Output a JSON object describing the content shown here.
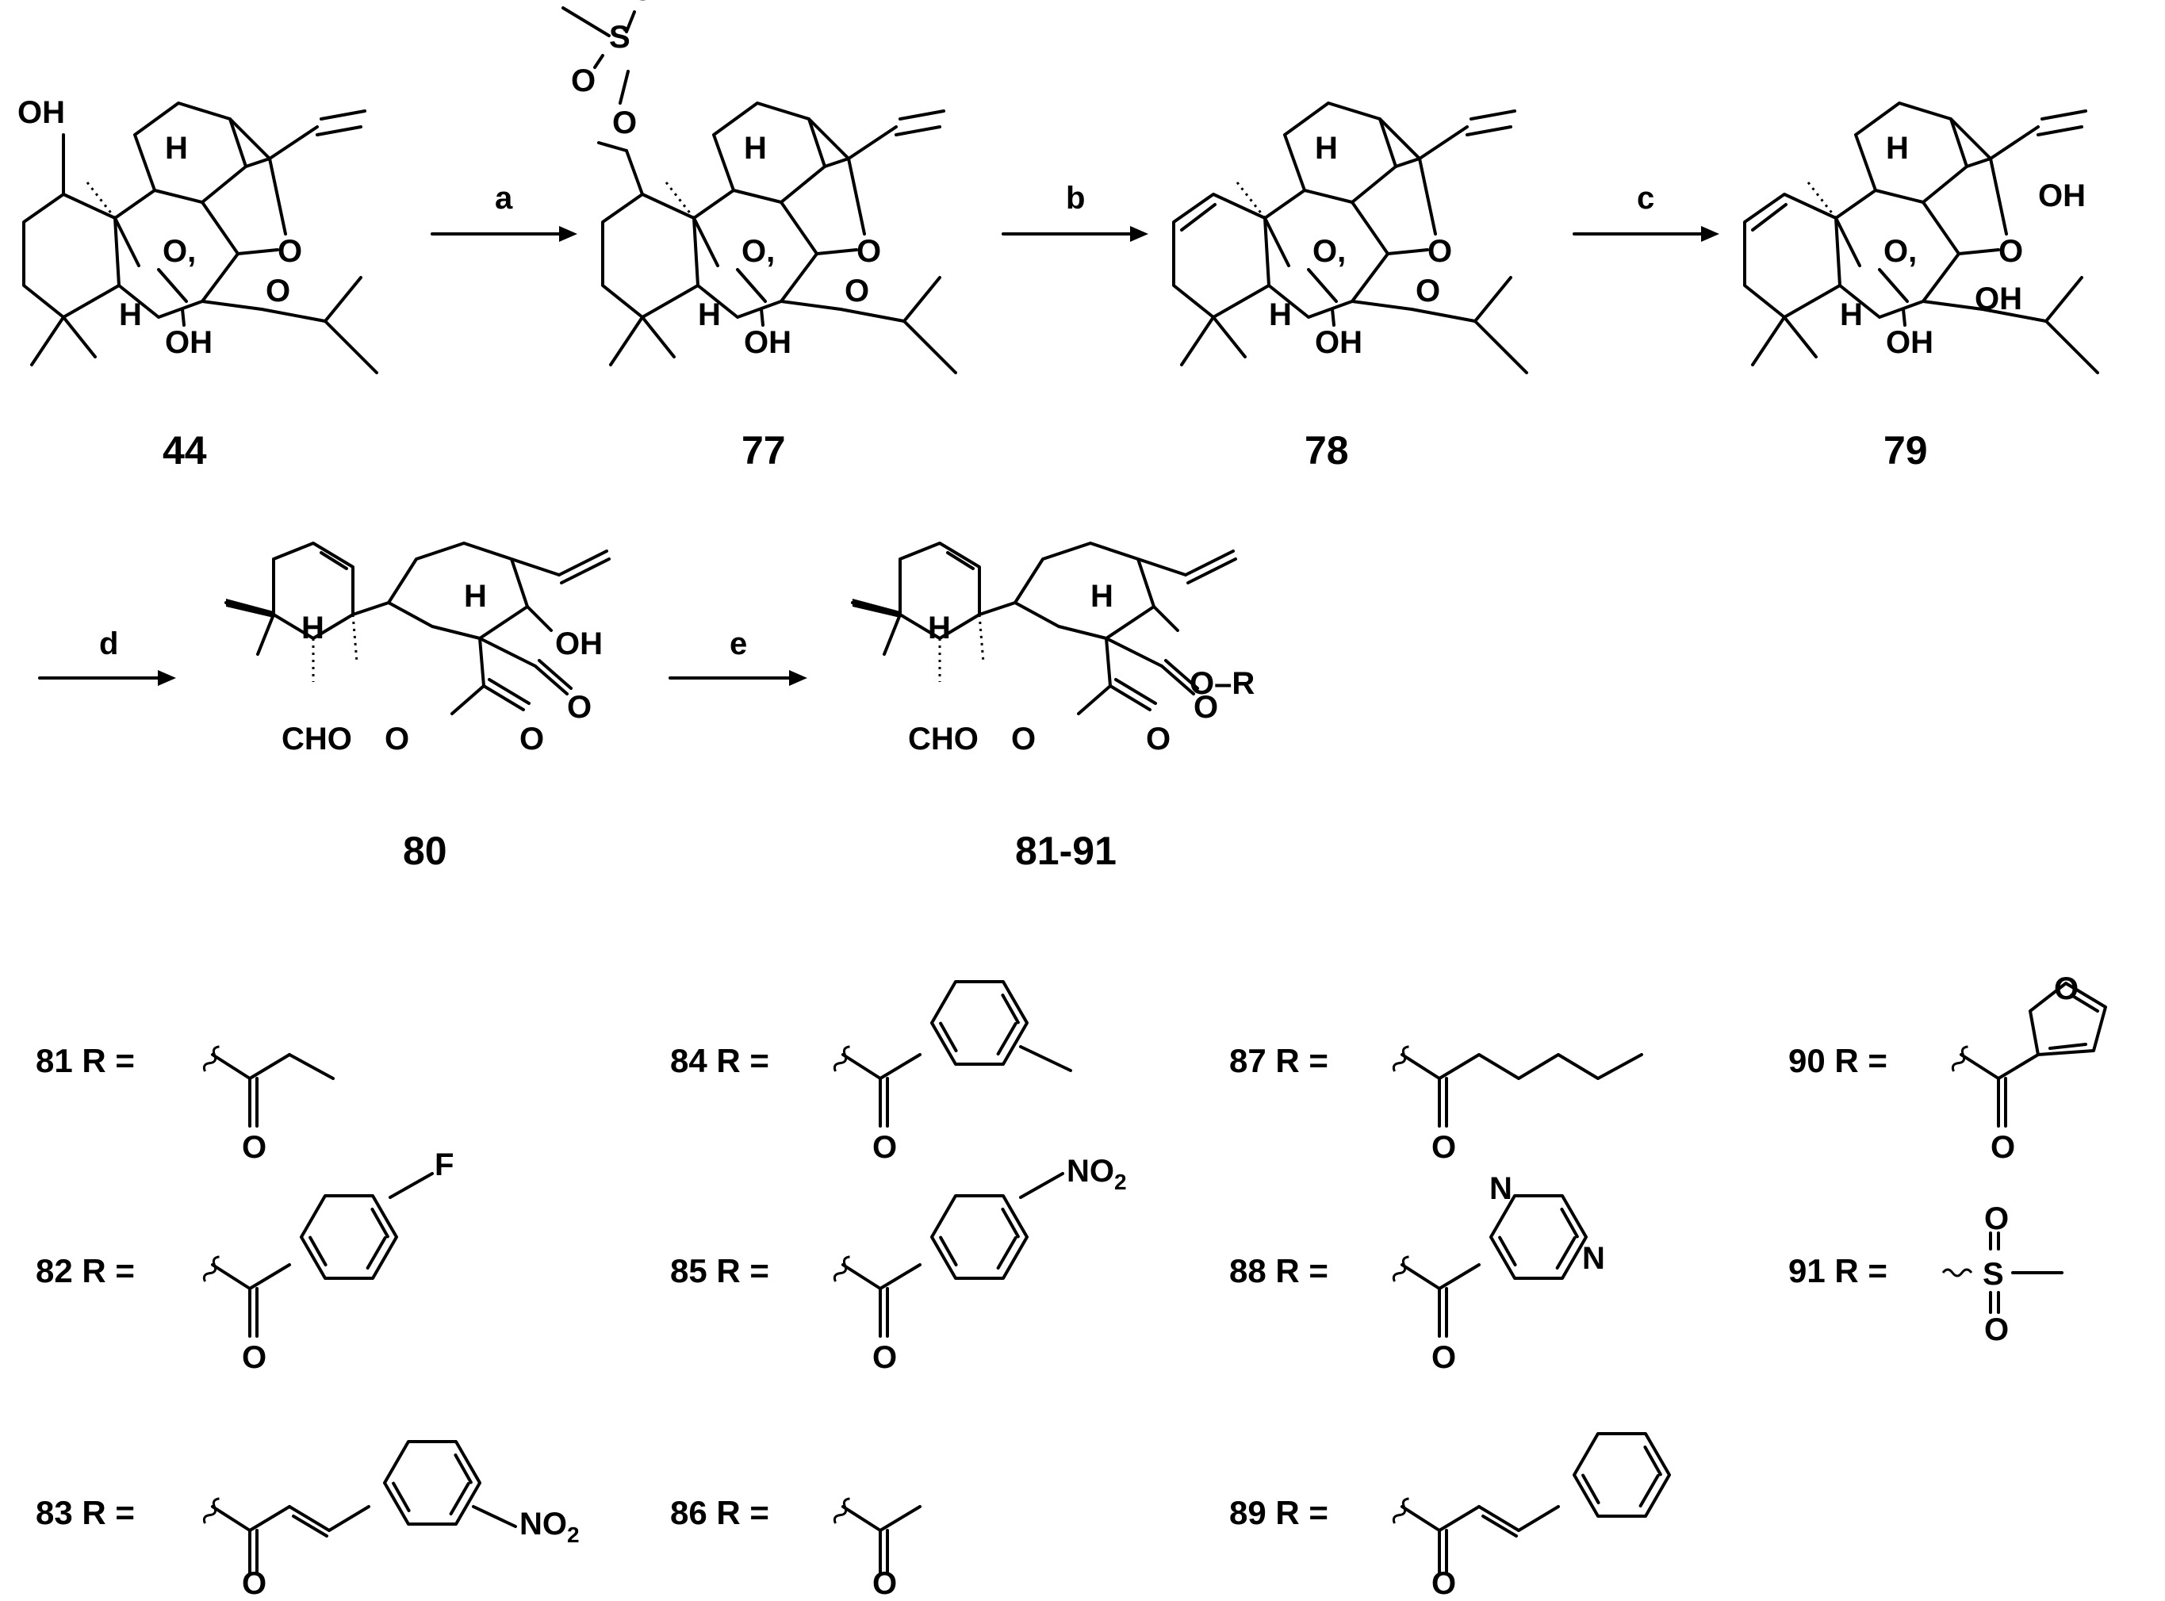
{
  "compounds": {
    "c44": "44",
    "c77": "77",
    "c78": "78",
    "c79": "79",
    "c80": "80",
    "c81_91": "81-91"
  },
  "steps": {
    "a": "a",
    "b": "b",
    "c": "c",
    "d": "d",
    "e": "e"
  },
  "atoms": {
    "OH": "OH",
    "H": "H",
    "O": "O",
    "O_comma": "O,",
    "CHO": "CHO",
    "N": "N",
    "F": "F",
    "S": "S",
    "NO2": "NO",
    "sub2": "2",
    "O_R": "O–R"
  },
  "r_groups": [
    {
      "label": "81 R ="
    },
    {
      "label": "82 R ="
    },
    {
      "label": "83 R ="
    },
    {
      "label": "84 R ="
    },
    {
      "label": "85 R ="
    },
    {
      "label": "86 R ="
    },
    {
      "label": "87 R ="
    },
    {
      "label": "88 R ="
    },
    {
      "label": "89 R ="
    },
    {
      "label": "90 R ="
    },
    {
      "label": "91 R ="
    }
  ]
}
